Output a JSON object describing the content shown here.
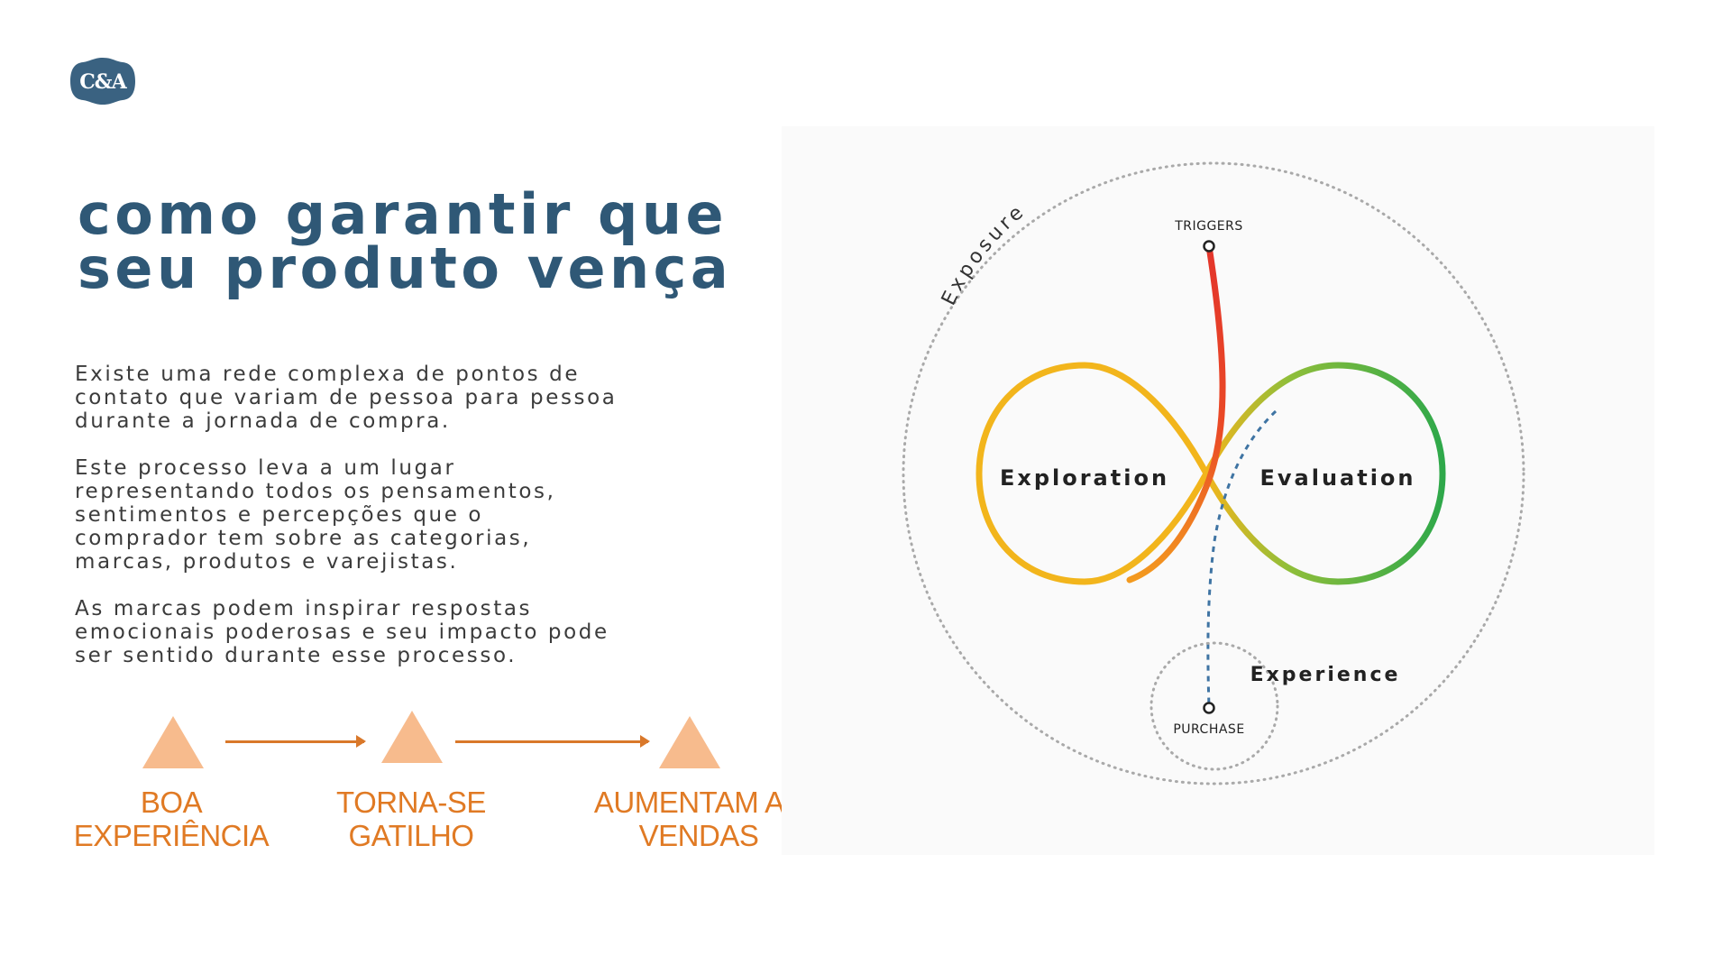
{
  "logo": {
    "text": "C&A",
    "icon": "ca-logo-icon",
    "color": "#3a6281"
  },
  "title": {
    "lines": [
      "como garantir que",
      "seu produto vença"
    ]
  },
  "paragraphs": [
    [
      "Existe uma rede complexa de pontos de",
      "contato que variam de pessoa para pessoa",
      "durante a jornada de compra."
    ],
    [
      "Este processo leva a um lugar",
      "representando todos os pensamentos,",
      "sentimentos e percepções que o",
      "comprador tem sobre as categorias,",
      "marcas, produtos e varejistas."
    ],
    [
      "As marcas podem inspirar respostas",
      "emocionais poderosas e seu impacto pode",
      "ser sentido durante esse processo."
    ]
  ],
  "steps": [
    {
      "lines": [
        "BOA",
        "EXPERIÊNCIA"
      ],
      "icon": "triangle-icon"
    },
    {
      "lines": [
        "TORNA-SE",
        "GATILHO"
      ],
      "icon": "triangle-icon"
    },
    {
      "lines": [
        "AUMENTAM AS",
        "VENDAS"
      ],
      "icon": "triangle-icon"
    }
  ],
  "diagram": {
    "exposure": "Exposure",
    "triggers": "TRIGGERS",
    "exploration": "Exploration",
    "evaluation": "Evaluation",
    "experience": "Experience",
    "purchase": "PURCHASE"
  },
  "colors": {
    "title": "#2f5876",
    "body": "#3b3b3b",
    "accent_orange": "#e07a24",
    "triangle": "#f7bb8d",
    "yellow": "#f2b51c",
    "green": "#2ea84a",
    "red": "#e3352b",
    "dash_blue": "#3f74a3"
  }
}
